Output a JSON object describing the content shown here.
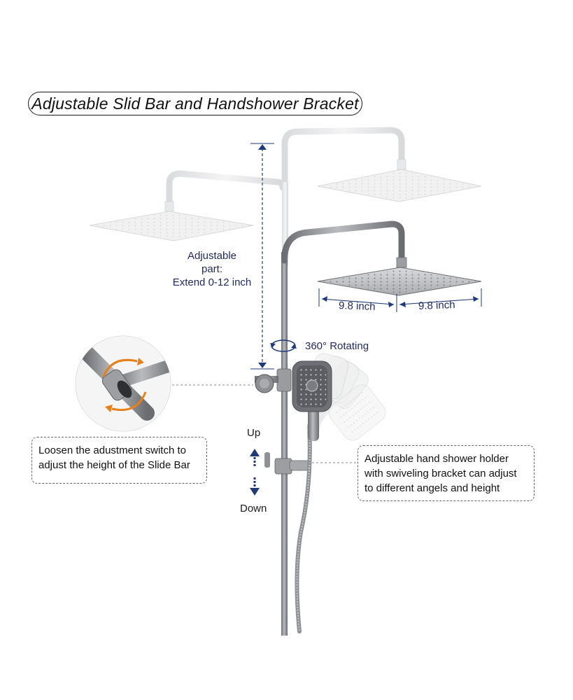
{
  "title": "Adjustable Slid Bar and Handshower Bracket",
  "adjustable_part": {
    "line1": "Adjustable",
    "line2": "part:",
    "line3": "Extend 0-12 inch"
  },
  "dimensions": {
    "width_left": "9.8 inch",
    "width_right": "9.8 inch"
  },
  "rotation": {
    "label": "360° Rotating"
  },
  "slide_switch_callout": {
    "line1": "Loosen the adustment switch to",
    "line2": "adjust the height of the Slide Bar"
  },
  "holder_callout": {
    "line1": "Adjustable hand shower holder",
    "line2": "with swiveling bracket can adjust",
    "line3": "to different angels and height"
  },
  "direction": {
    "up": "Up",
    "down": "Down"
  },
  "colors": {
    "accent_blue": "#1f3a7a",
    "chrome": "#8b8d92",
    "chrome_light": "#e4e5e7",
    "orange": "#e8801a"
  }
}
